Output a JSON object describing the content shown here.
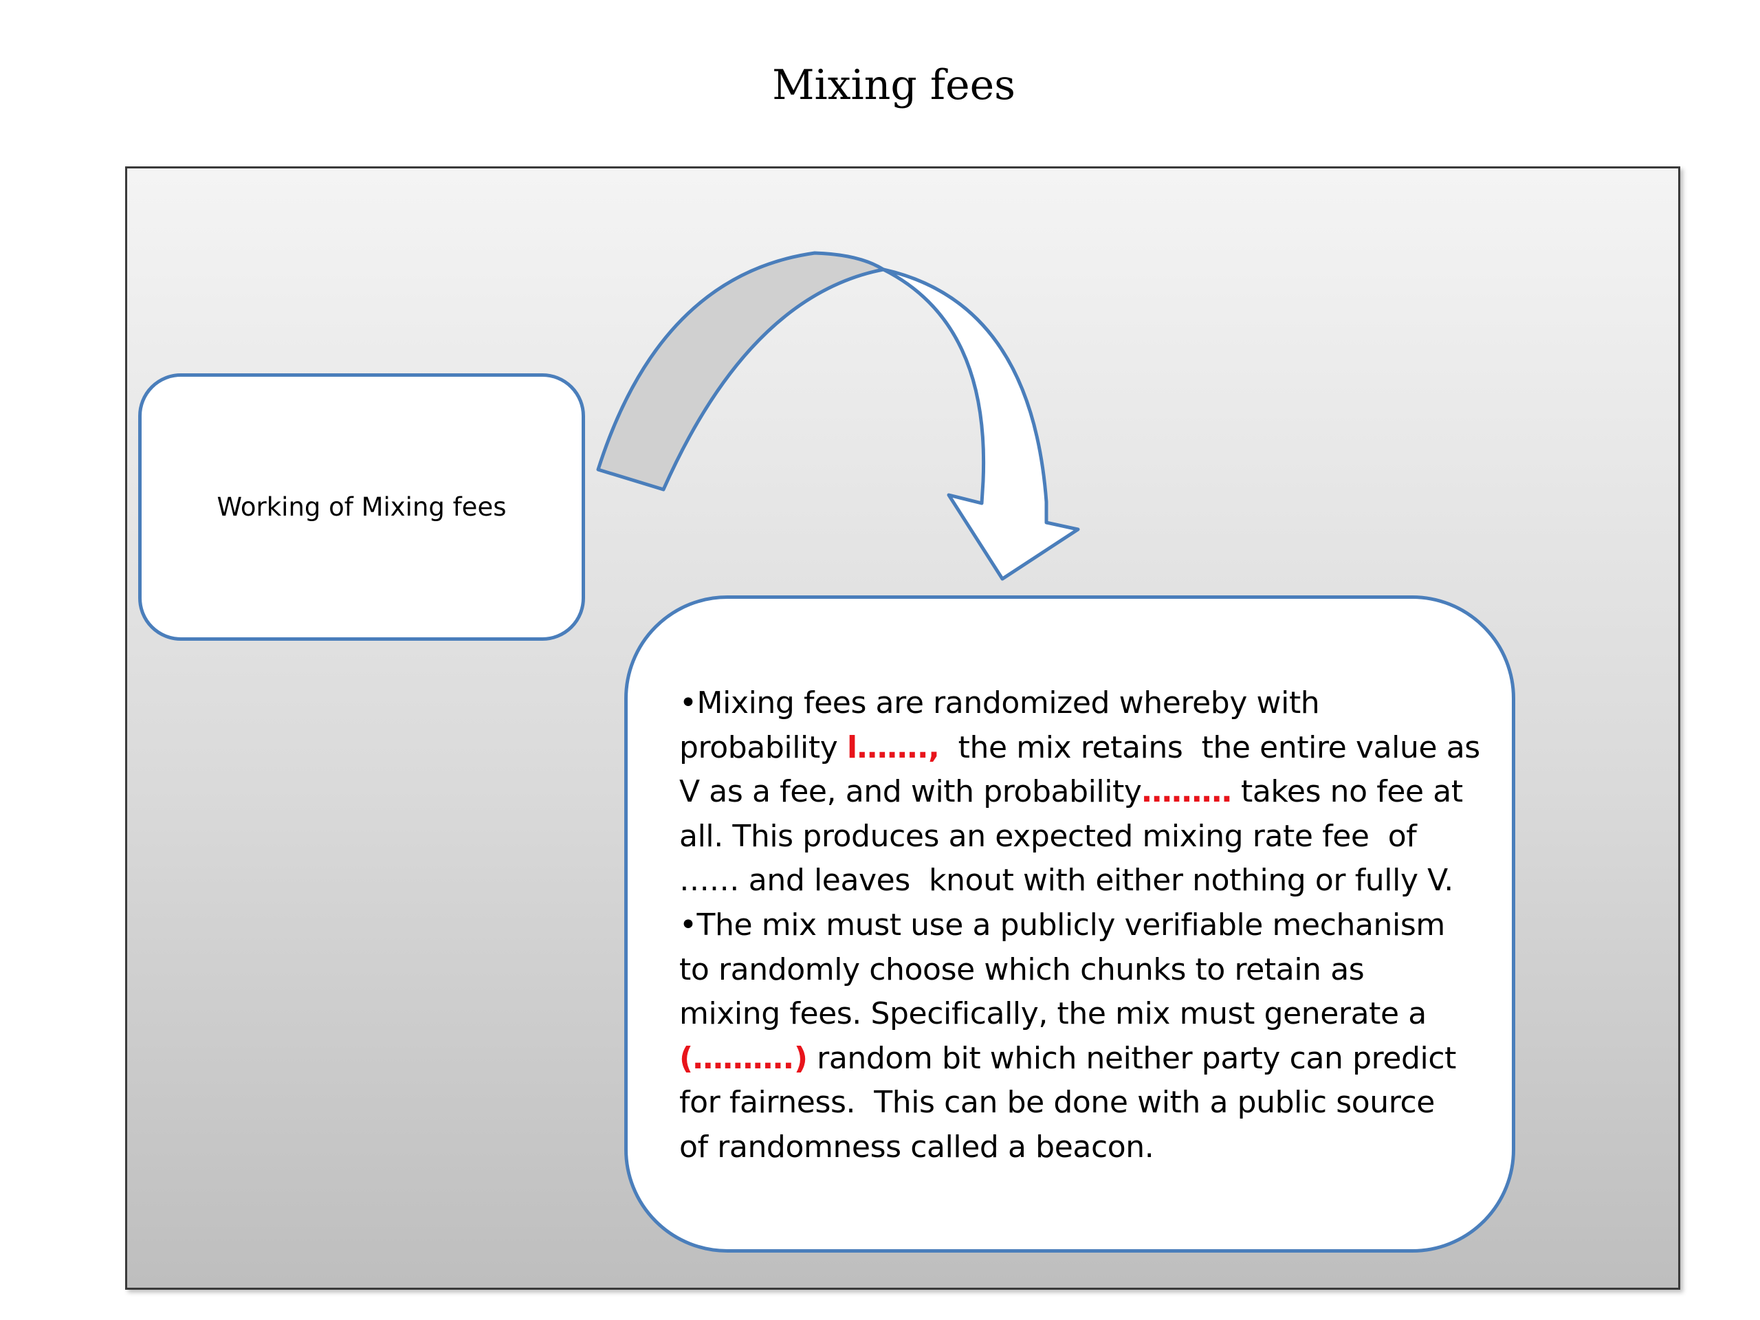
{
  "title": "Mixing fees",
  "source_box": {
    "label": "Working of Mixing fees"
  },
  "detail_box": {
    "lines": [
      {
        "a": "•Mixing fees are randomized whereby with",
        "blank": "",
        "b": ""
      },
      {
        "a": "probability ",
        "blank": "l…….,",
        "b": "  the mix retains  the entire value as"
      },
      {
        "a": "V as a fee, and with probability",
        "blank": "………",
        "b": " takes no fee at"
      },
      {
        "a": "all. This produces an expected mixing rate fee  of",
        "blank": "",
        "b": ""
      },
      {
        "a": "…… and leaves  knout with either nothing or fully V.",
        "blank": "",
        "b": ""
      },
      {
        "a": "•The mix must use a publicly verifiable mechanism",
        "blank": "",
        "b": ""
      },
      {
        "a": "to randomly choose which chunks to retain as",
        "blank": "",
        "b": ""
      },
      {
        "a": "mixing fees. Specifically, the mix must generate a",
        "blank": "",
        "b": ""
      },
      {
        "a": "",
        "blank": "(……….)",
        "b": " random bit which neither party can predict"
      },
      {
        "a": "for fairness.  This can be done with a public source",
        "blank": "",
        "b": ""
      },
      {
        "a": "of randomness called a beacon.",
        "blank": "",
        "b": ""
      }
    ]
  },
  "colors": {
    "box_border": "#4a7ebb",
    "arrow_shade": "#d0d0d0",
    "blank_text": "#e8141b"
  }
}
